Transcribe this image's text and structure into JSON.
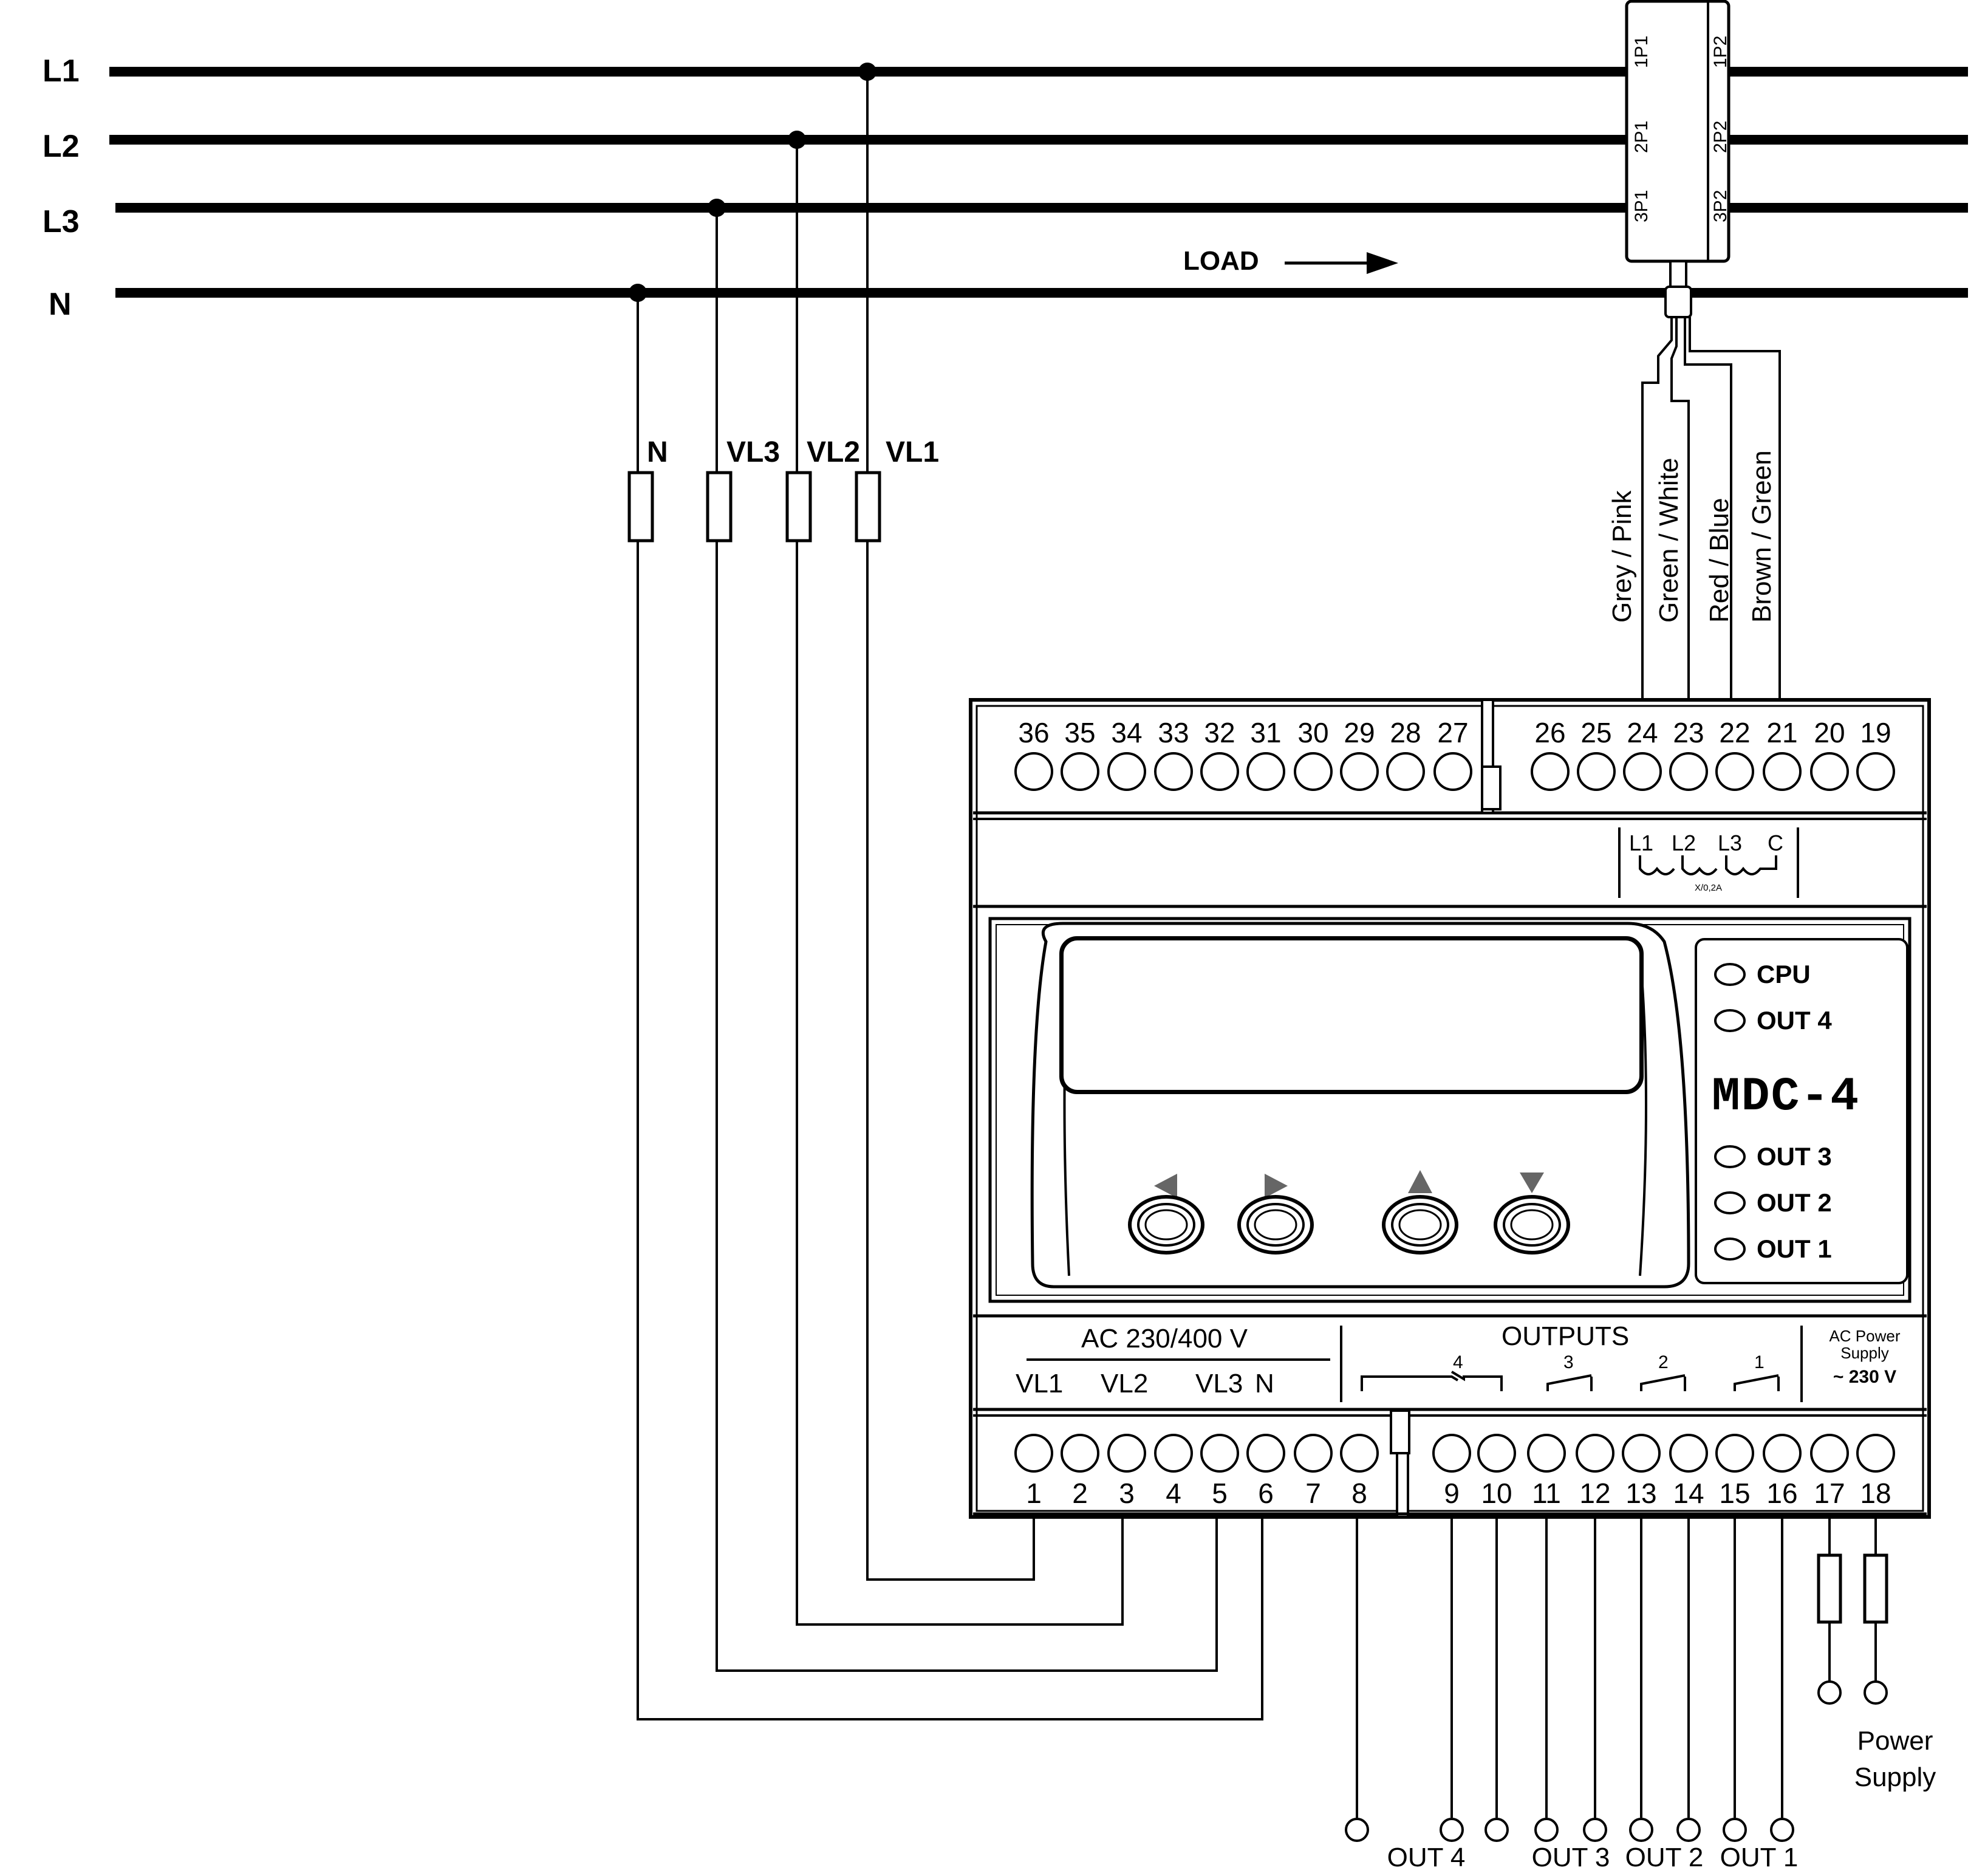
{
  "lines": {
    "l1": "L1",
    "l2": "L2",
    "l3": "L3",
    "n": "N"
  },
  "load_label": "LOAD",
  "fuse_labels": {
    "n": "N",
    "vl3": "VL3",
    "vl2": "VL2",
    "vl1": "VL1"
  },
  "current_transformer": {
    "labels": [
      "1P1",
      "2P1",
      "3P1",
      "1P2",
      "2P2",
      "3P2"
    ],
    "wires": [
      "Grey / Pink",
      "Green / White",
      "Red / Blue",
      "Brown / Green"
    ]
  },
  "device": {
    "model": "MDC-4",
    "top_terminals_left": [
      "36",
      "35",
      "34",
      "33",
      "32",
      "31",
      "30",
      "29",
      "28",
      "27"
    ],
    "top_terminals_right": [
      "26",
      "25",
      "24",
      "23",
      "22",
      "21",
      "20",
      "19"
    ],
    "ct_inputs": [
      "L1",
      "L2",
      "L3",
      "C"
    ],
    "ct_rating": "X/0,2A",
    "leds": [
      "CPU",
      "OUT 4",
      "OUT 3",
      "OUT 2",
      "OUT 1"
    ],
    "buttons": [
      "left-arrow",
      "right-arrow",
      "up-arrow",
      "down-arrow"
    ],
    "voltage_label": "AC 230/400 V",
    "voltage_inputs": [
      "VL1",
      "VL2",
      "VL3",
      "N"
    ],
    "outputs_label": "OUTPUTS",
    "output_numbers": [
      "4",
      "3",
      "2",
      "1"
    ],
    "power_label": [
      "AC Power",
      "Supply"
    ],
    "power_voltage": "~ 230 V",
    "bottom_terminals_left": [
      "1",
      "2",
      "3",
      "4",
      "5",
      "6",
      "7",
      "8"
    ],
    "bottom_terminals_right": [
      "9",
      "10",
      "11",
      "12",
      "13",
      "14",
      "15",
      "16",
      "17",
      "18"
    ]
  },
  "output_labels": [
    "OUT 4",
    "OUT 3",
    "OUT 2",
    "OUT 1"
  ],
  "power_supply_label": [
    "Power",
    "Supply"
  ]
}
